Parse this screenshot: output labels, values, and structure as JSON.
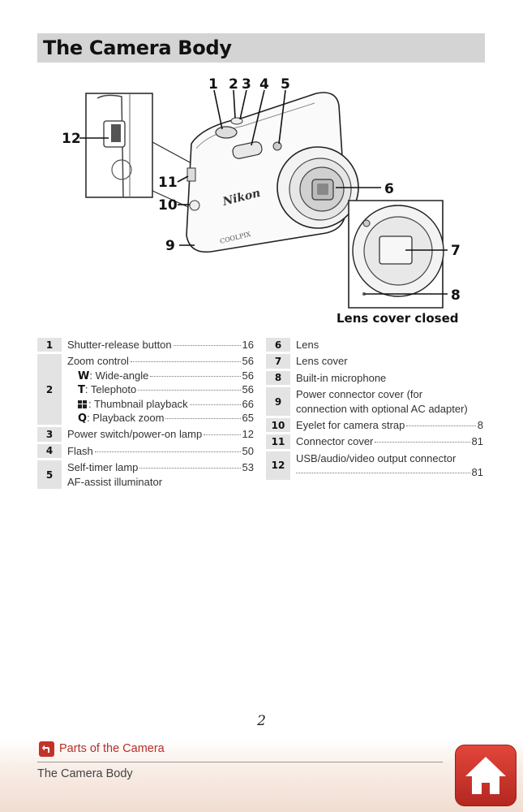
{
  "title": "The Camera Body",
  "callouts": {
    "c1": "1",
    "c2": "2",
    "c3": "3",
    "c4": "4",
    "c5": "5",
    "c6": "6",
    "c7": "7",
    "c8": "8",
    "c9": "9",
    "c10": "10",
    "c11": "11",
    "c12": "12"
  },
  "brand_nikon": "Nikon",
  "brand_coolpix": "COOLPIX",
  "caption": "Lens cover closed",
  "left_table": [
    {
      "num": "1",
      "label": "Shutter-release button",
      "page": "16"
    },
    {
      "num": "2",
      "label": "Zoom control",
      "page": "56",
      "subs": [
        {
          "icon": "W",
          "label": ": Wide-angle",
          "page": "56"
        },
        {
          "icon": "T",
          "label": ": Telephoto",
          "page": "56"
        },
        {
          "icon": "",
          "label": ": Thumbnail playback",
          "page": "66"
        },
        {
          "icon": "Q",
          "label": ": Playback zoom",
          "page": "65"
        }
      ]
    },
    {
      "num": "3",
      "label": "Power switch/power-on lamp",
      "page": "12"
    },
    {
      "num": "4",
      "label": "Flash",
      "page": "50"
    },
    {
      "num": "5",
      "label": "Self-timer lamp",
      "page": "53",
      "label2": "AF-assist illuminator"
    }
  ],
  "right_table": [
    {
      "num": "6",
      "label": "Lens"
    },
    {
      "num": "7",
      "label": "Lens cover"
    },
    {
      "num": "8",
      "label": "Built-in microphone"
    },
    {
      "num": "9",
      "label": "Power connector cover (for",
      "label2": "connection with optional AC adapter)"
    },
    {
      "num": "10",
      "label": "Eyelet for camera strap",
      "page": "8"
    },
    {
      "num": "11",
      "label": "Connector cover",
      "page": "81"
    },
    {
      "num": "12",
      "label": "USB/audio/video output connector",
      "page": "81"
    }
  ],
  "page_number": "2",
  "footer": {
    "link_label": "Parts of the Camera",
    "section_label": "The Camera Body"
  },
  "icons": {
    "back": "return-arrow-icon",
    "home": "home-icon",
    "thumbnail": "thumbnail-grid-icon",
    "zoom": "magnifier-icon"
  },
  "colors": {
    "accent": "#c2322a",
    "title_bar": "#d4d4d4",
    "number_cell": "#e3e3e3"
  }
}
